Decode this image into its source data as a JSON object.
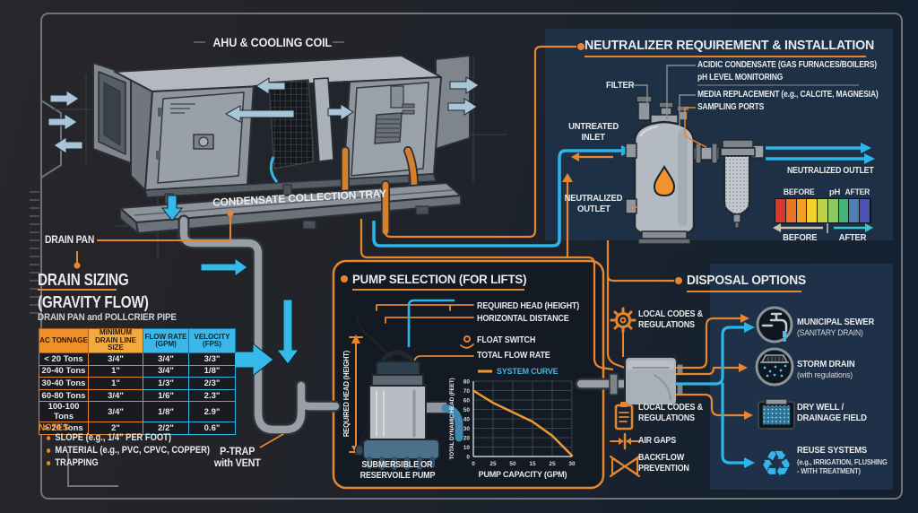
{
  "ahu": {
    "title": "AHU & COOLING COIL",
    "tray_label": "CONDENSATE COLLECTION TRAY",
    "drain_pan_label": "DRAIN PAN"
  },
  "drain_sizing": {
    "title": "DRAIN SIZING",
    "subtitle": "(GRAVITY FLOW)",
    "caption": "DRAIN PAN and POLLCRIER PIPE",
    "table": {
      "headers": [
        "AC TONNAGE",
        "MINIMUM DRAIN LINE SIZE",
        "FLOW RATE (GPM)",
        "VELOCITY (FPS)"
      ],
      "rows": [
        [
          "< 20 Tons",
          "3/4\"",
          "3/4\"",
          "3/3\""
        ],
        [
          "20-40 Tons",
          "1\"",
          "3/4\"",
          "1/8\""
        ],
        [
          "30-40 Tons",
          "1\"",
          "1/3\"",
          "2/3\""
        ],
        [
          "60-80 Tons",
          "3/4\"",
          "1/6\"",
          "2.3\""
        ],
        [
          "100-100 Tons",
          "3/4\"",
          "1/8\"",
          "2.9\""
        ],
        [
          "> 20 Tons",
          "2\"",
          "2/2\"",
          "0.6\""
        ]
      ]
    },
    "notes_title": "NOTES:",
    "notes": [
      "SLOPE (e.g., 1/4\" PER FOOT)",
      "MATERIAL (e.g., PVC, CPVC, COPPER)",
      "TRAPPING"
    ]
  },
  "piping": {
    "ptrap_line1": "P-TRAP",
    "ptrap_line2": "with VENT",
    "required_head_label": "REQUIRED HEAD (HEIGHT)"
  },
  "pump": {
    "title": "PUMP SELECTION (FOR LIFTS)",
    "required_head": "REQUIRED HEAD (HEIGHT)",
    "horizontal_distance": "HORIZONTAL DISTANCE",
    "float_switch": "FLOAT SWITCH",
    "total_flow_rate": "TOTAL FLOW RATE",
    "caption_line1": "SUBMERSIBLE OR",
    "caption_line2": "RESERVOILE PUMP"
  },
  "chart_data": {
    "type": "line",
    "title": "",
    "legend": [
      "SYSTEM CURVE"
    ],
    "xlabel": "PUMP CAPACITY (GPM)",
    "ylabel": "TOTAL DYNAMIC HEAD (FEET)",
    "x_tick_labels": [
      "0",
      "25",
      "50",
      "15",
      "25",
      "30"
    ],
    "y_ticks": [
      0,
      10,
      20,
      30,
      40,
      50,
      60,
      70,
      80
    ],
    "xlim": [
      0,
      30
    ],
    "ylim": [
      0,
      80
    ],
    "grid": true,
    "legend_position": "top",
    "series": [
      {
        "name": "SYSTEM CURVE",
        "x": [
          0,
          6,
          12,
          18,
          24,
          30
        ],
        "y": [
          70,
          57,
          47,
          37,
          22,
          1
        ]
      }
    ]
  },
  "neutralizer": {
    "title": "NEUTRALIZER REQUIREMENT & INSTALLATION",
    "callout_acidic": "ACIDIC CONDENSATE (GAS FURNACES/BOILERS)",
    "callout_ph": "pH LEVEL MONITORING",
    "callout_media": "MEDIA REPLACEMENT (e.g., CALCITE, MAGNESIA)",
    "callout_sampling": "SAMPLING PORTS",
    "callout_filter": "FILTER",
    "untreated_line1": "UNTREATED",
    "untreated_line2": "INLET",
    "outlet_line1": "NEUTRALIZED",
    "outlet_line2": "OUTLET",
    "outlet_right": "NEUTRALIZED OUTLET",
    "ph_scale": {
      "label_before_top": "BEFORE",
      "label_ph": "pH",
      "label_after_top": "AFTER",
      "label_before_bottom": "BEFORE",
      "label_after_bottom": "AFTER",
      "colors": [
        "#d6392b",
        "#ee7324",
        "#f59e27",
        "#f3d22b",
        "#bcd24a",
        "#8cc963",
        "#45b277",
        "#4e7fb0",
        "#4d52b4"
      ]
    }
  },
  "disposal": {
    "title": "DISPOSAL OPTIONS",
    "codes_top": "LOCAL CODES & REGULATIONS",
    "codes_bottom": "LOCAL CODES & REGULATIONS",
    "air_gaps": "AIR GAPS",
    "backflow": "BACKFLOW PREVENTION",
    "options": [
      {
        "icon": "faucet-icon",
        "title": "MUNICIPAL SEWER",
        "subtitle": "(SANITARY DRAIN)"
      },
      {
        "icon": "storm-drain-icon",
        "title": "STORM DRAIN",
        "subtitle": "(with regulations)"
      },
      {
        "icon": "dry-well-icon",
        "title": "DRY WELL / DRAINAGE FIELD",
        "subtitle": ""
      },
      {
        "icon": "recycle-icon",
        "title": "REUSE SYSTEMS",
        "subtitle": "(e.g., IRRIGATION, FLUSHING - WITH TREATMENT)"
      }
    ]
  },
  "colors": {
    "accent_orange": "#e6862e",
    "accent_cyan": "#2cb5e8",
    "steel_arrow": "#a9c6d8",
    "panel_navy": "#1d3045"
  }
}
